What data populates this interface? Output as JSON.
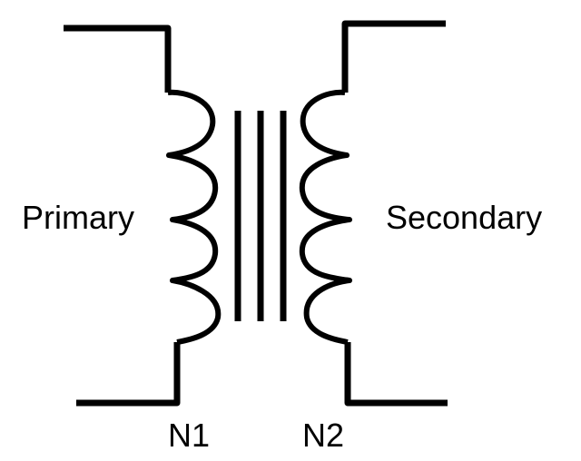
{
  "labels": {
    "primary": "Primary",
    "secondary": "Secondary",
    "n1": "N1",
    "n2": "N2"
  },
  "colors": {
    "stroke": "#000000",
    "text": "#000000",
    "background": "#ffffff"
  }
}
